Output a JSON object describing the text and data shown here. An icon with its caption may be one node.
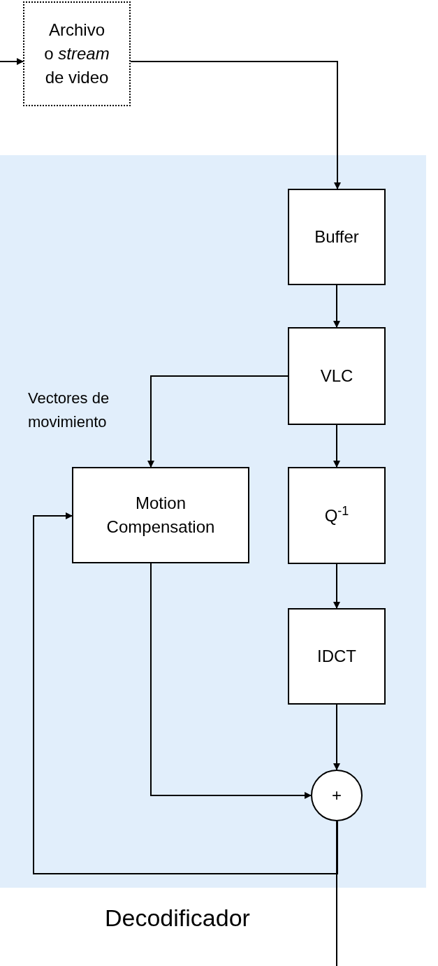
{
  "diagram": {
    "nodes": [
      {
        "text": [
          "Archivo o *stream* de video"
        ]
      },
      {
        "text": [
          "Decodificador"
        ]
      },
      {
        "text": [
          "Buffer"
        ],
        "in": 1
      },
      {
        "text": [
          "VLC"
        ],
        "in": 1
      },
      {
        "text": [
          "Motion Compensation"
        ],
        "in": 1
      },
      {
        "text": [
          "Q$^{-1}$"
        ],
        "in": 1
      },
      {
        "text": [
          "IDCT"
        ],
        "in": 1
      },
      {
        "text": [
          "+"
        ],
        "in": 1
      }
    ],
    "edges": [
      {
        "from": null,
        "to": 0,
        "arrow": "to"
      },
      {
        "from": 0,
        "to": 2,
        "arrow": "to"
      },
      {
        "from": 2,
        "to": 3,
        "arrow": "to"
      },
      {
        "from": 3,
        "to": 4,
        "arrow": "to",
        "label": "Vectores de movimiento"
      },
      {
        "from": 3,
        "to": 5,
        "arrow": "to"
      },
      {
        "from": 5,
        "to": 6,
        "arrow": "to"
      },
      {
        "from": 6,
        "to": 7,
        "arrow": "to"
      },
      {
        "from": 4,
        "to": 7,
        "arrow": "to"
      },
      {
        "from": 7,
        "to": null,
        "arrow": "none"
      },
      {
        "from": 7,
        "to": 4,
        "arrow": "to"
      }
    ]
  }
}
